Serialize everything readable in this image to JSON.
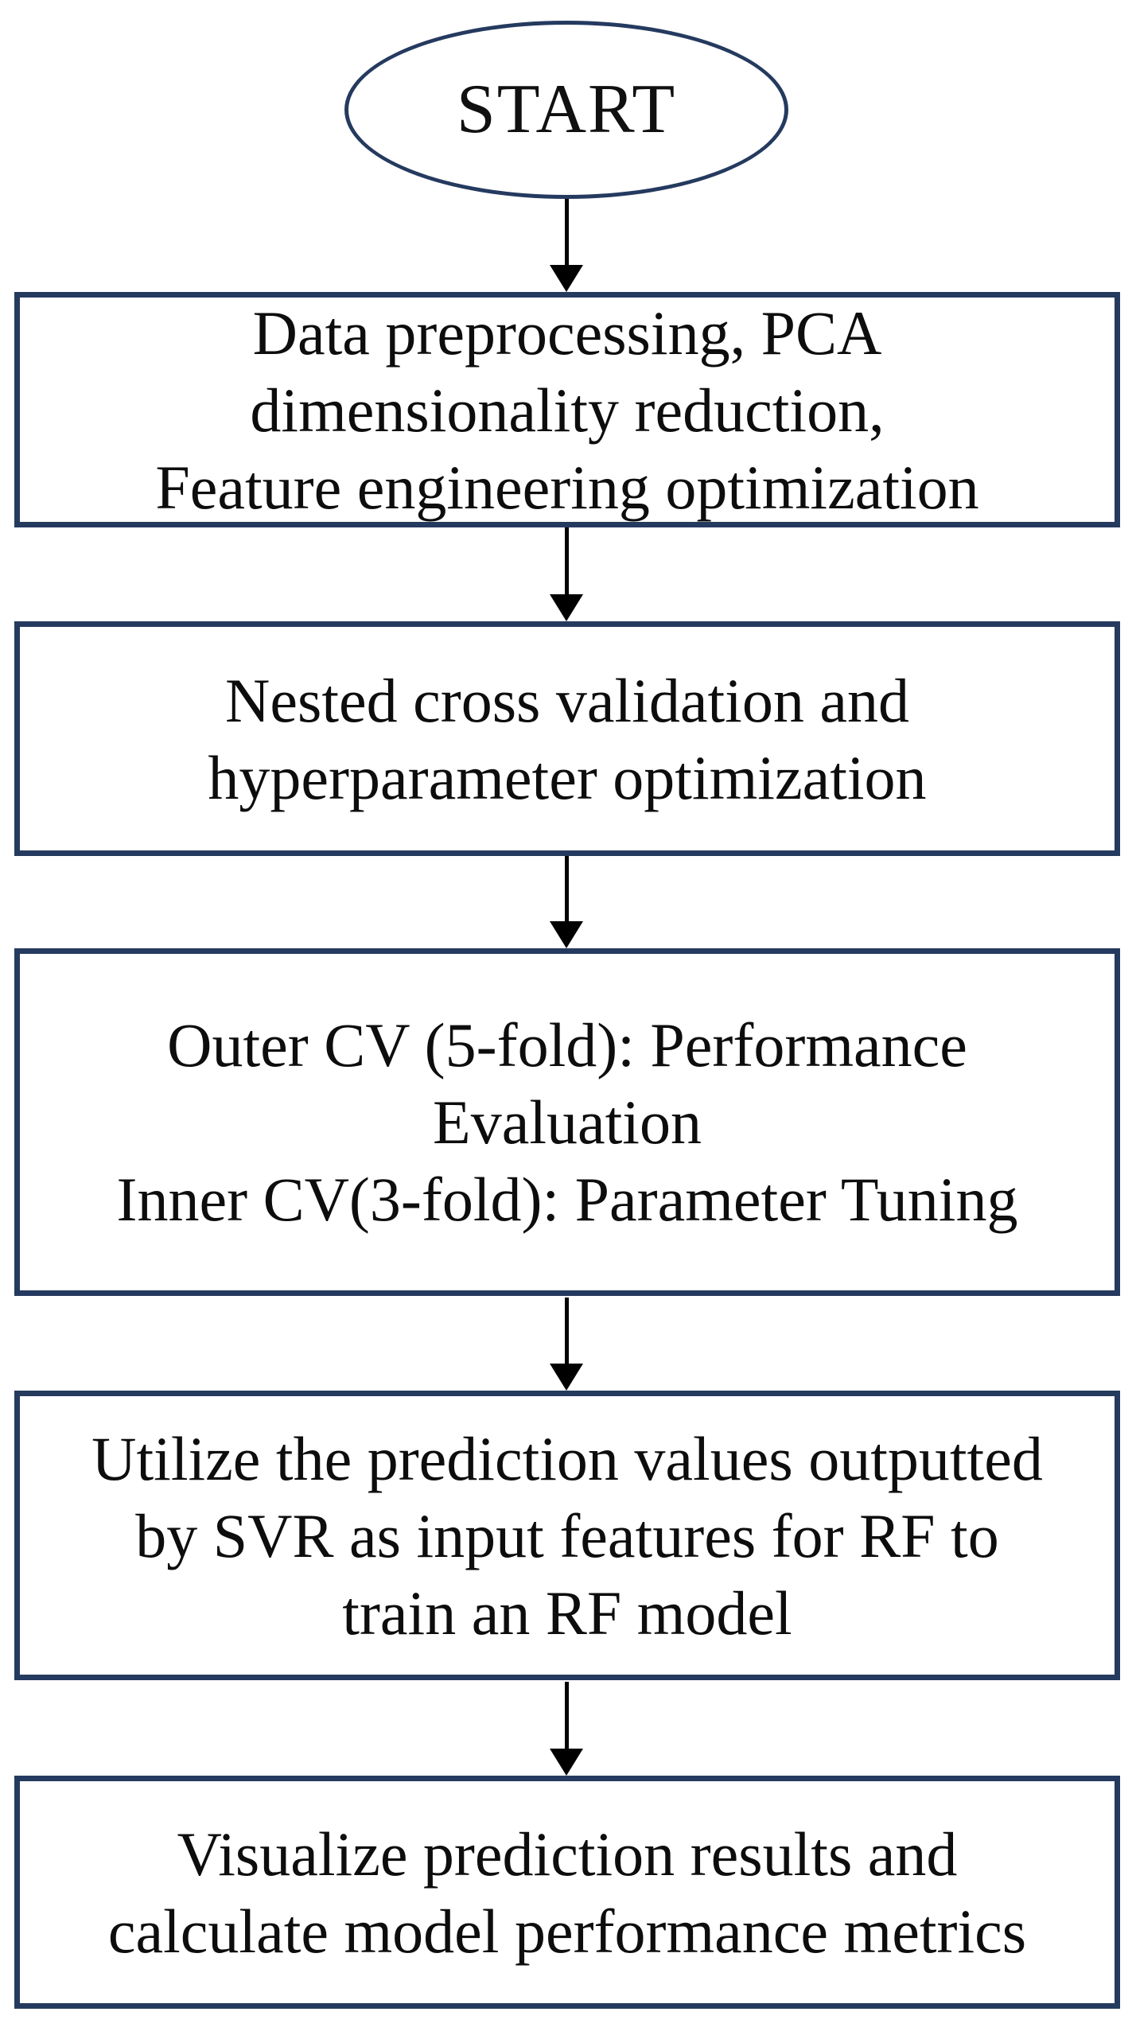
{
  "flowchart": {
    "type": "vertical-flowchart",
    "start": {
      "label": "START"
    },
    "steps": [
      {
        "id": "preprocessing",
        "lines": [
          "Data preprocessing, PCA",
          "dimensionality reduction,",
          "Feature engineering optimization"
        ]
      },
      {
        "id": "nested-cv",
        "lines": [
          "Nested cross validation and",
          "hyperparameter optimization"
        ]
      },
      {
        "id": "cv-folds",
        "lines": [
          "Outer CV (5-fold): Performance",
          "Evaluation",
          "Inner CV(3-fold): Parameter Tuning"
        ]
      },
      {
        "id": "svr-rf-training",
        "lines": [
          "Utilize the prediction values outputted",
          "by SVR as input features for RF to",
          "train an RF model"
        ]
      },
      {
        "id": "visualize-metrics",
        "lines": [
          "Visualize prediction results and",
          "calculate model performance metrics"
        ]
      }
    ],
    "colors": {
      "shape_border": "#253a5f",
      "arrow": "#000000",
      "text": "#0d0d0d",
      "background": "#ffffff"
    }
  }
}
